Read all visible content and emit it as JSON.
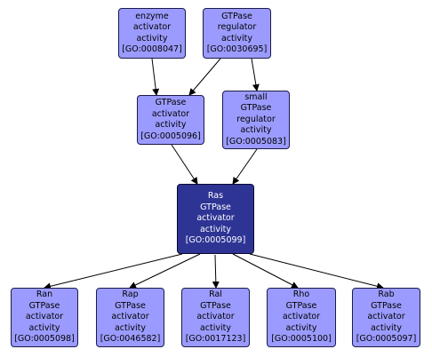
{
  "nodes": {
    "go0008047": {
      "lines": [
        "enzyme",
        "activator",
        "activity",
        "[GO:0008047]"
      ]
    },
    "go0030695": {
      "lines": [
        "GTPase",
        "regulator",
        "activity",
        "[GO:0030695]"
      ]
    },
    "go0005096": {
      "lines": [
        "GTPase",
        "activator",
        "activity",
        "[GO:0005096]"
      ]
    },
    "go0005083": {
      "lines": [
        "small",
        "GTPase",
        "regulator",
        "activity",
        "[GO:0005083]"
      ]
    },
    "go0005099": {
      "lines": [
        "Ras",
        "GTPase",
        "activator",
        "activity",
        "[GO:0005099]"
      ]
    },
    "go0005098": {
      "lines": [
        "Ran",
        "GTPase",
        "activator",
        "activity",
        "[GO:0005098]"
      ]
    },
    "go0046582": {
      "lines": [
        "Rap",
        "GTPase",
        "activator",
        "activity",
        "[GO:0046582]"
      ]
    },
    "go0017123": {
      "lines": [
        "Ral",
        "GTPase",
        "activator",
        "activity",
        "[GO:0017123]"
      ]
    },
    "go0005100": {
      "lines": [
        "Rho",
        "GTPase",
        "activator",
        "activity",
        "[GO:0005100]"
      ]
    },
    "go0005097": {
      "lines": [
        "Rab",
        "GTPase",
        "activator",
        "activity",
        "[GO:0005097]"
      ]
    }
  },
  "colors": {
    "node_fill": "#9b9bff",
    "focus_fill": "#2e3494",
    "edge": "#000000"
  }
}
